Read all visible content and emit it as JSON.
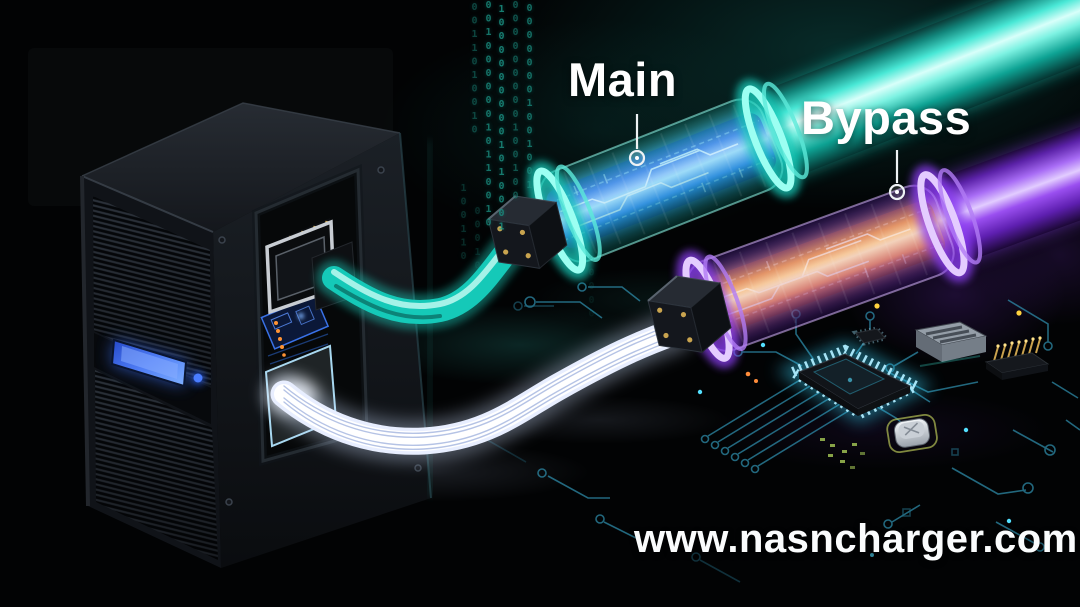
{
  "labels": {
    "main": "Main",
    "bypass": "Bypass",
    "website": "www.nasncharger.com"
  },
  "binary_rain": {
    "columns": [
      "0011010010",
      "00100000010110010",
      "10000000001010001",
      "000000000100100",
      "00000001001001",
      "100110",
      "00010",
      "00000"
    ]
  },
  "cables": {
    "main": {
      "name": "main-power-cable",
      "tube_color": "#17d9c5",
      "core_color": "#2f7bff"
    },
    "bypass": {
      "name": "bypass-power-cable",
      "tube_color": "#9b4bf0",
      "core_color": "#ff9830"
    },
    "neutral": {
      "name": "neutral-output-cable",
      "color": "#ffffff"
    }
  },
  "device": {
    "type": "ups-tower",
    "lcd_color": "#3b6ef5",
    "led_color": "#2f66ff"
  },
  "board": {
    "chip_glow": "#4fd8ff",
    "trace_color": "#2f8fae"
  },
  "colors": {
    "background": "#020304",
    "binary": "#1b9082",
    "label_text": "#ffffff"
  }
}
